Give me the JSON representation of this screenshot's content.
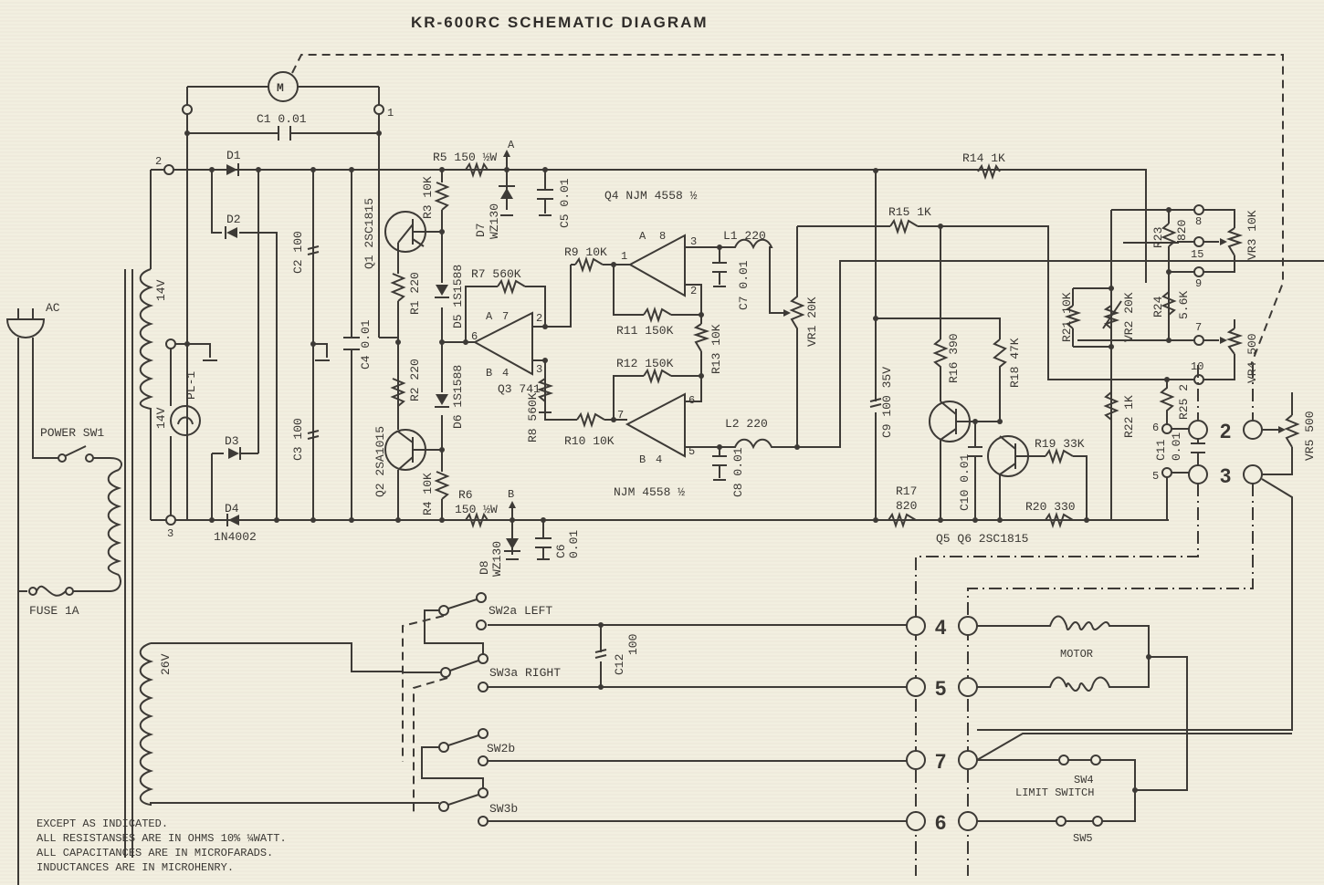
{
  "title": "KR-600RC SCHEMATIC DIAGRAM",
  "colors": {
    "paper": "#f1eedf",
    "ink": "#3d3a36"
  },
  "power": {
    "ac_label": "AC",
    "power_switch": "POWER SW1",
    "fuse": "FUSE 1A",
    "secondary_top": "14V",
    "secondary_bottom": "14V",
    "secondary_26v": "26V",
    "pilot_lamp": "PL-1",
    "terminal_1": "1",
    "terminal_2": "2",
    "terminal_3": "3"
  },
  "components": {
    "motor_symbol": "M",
    "C1": "C1 0.01",
    "D1": "D1",
    "D2": "D2",
    "D3": "D3",
    "D4": "D4",
    "D4_type": "1N4002",
    "C2": "C2 100",
    "C3": "C3 100",
    "C4": "C4 0.01",
    "Q1": "Q1 2SC1815",
    "Q2": "Q2 2SA1015",
    "R1": "R1 220",
    "R2": "R2 220",
    "R3": "R3 10K",
    "R4": "R4 10K",
    "R5": "R5 150 ½W",
    "R6": "R6",
    "R6_val": "150 ½W",
    "D5": "D5 1S1588",
    "D6": "D6 1S1588",
    "D7": "D7",
    "D7_type": "WZ130",
    "D8": "D8",
    "D8_type": "WZ130",
    "C5": "C5 0.01",
    "C6": "C6",
    "C6_val": "0.01",
    "node_A": "A",
    "node_B": "B",
    "Q3": "Q3 741",
    "R7": "R7 560K",
    "R8": "R8 560K",
    "R9": "R9 10K",
    "R10": "R10 10K",
    "R11": "R11 150K",
    "R12": "R12 150K",
    "R13": "R13 10K",
    "Q4_top": "Q4 NJM 4558 ½",
    "Q4_bottom": "NJM 4558 ½",
    "L1": "L1 220",
    "L2": "L2 220",
    "C7": "C7 0.01",
    "C8": "C8 0.01",
    "VR1": "VR1 20K",
    "R14": "R14 1K",
    "R15": "R15 1K",
    "R16": "R16 390",
    "R17": "R17",
    "R17_val": "820",
    "R18": "R18 47K",
    "R19": "R19 33K",
    "R20": "R20 330",
    "R21": "R21 10K",
    "R22": "R22 1K",
    "R23": "R23",
    "R23_val": "820",
    "R24": "R24",
    "R24_val": "5.6K",
    "R25": "R25 2",
    "VR2": "VR2 20K",
    "VR3": "VR3 10K",
    "VR4": "VR4 500",
    "VR5": "VR5 500",
    "C9": "C9 100 35V",
    "C10": "C10 0.01",
    "C11": "C11",
    "C11_val": "0.01",
    "C12": "C12",
    "C12_val": "100",
    "Q5_Q6": "Q5 Q6 2SC1815",
    "pins": {
      "q3_2": "2",
      "q3_3": "3",
      "q3_4": "4",
      "q3_6": "6",
      "q3_7": "7",
      "q4_1": "1",
      "q4_2": "2",
      "q4_3": "3",
      "q4_4": "4",
      "q4_5": "5",
      "q4_6": "6",
      "q4_7": "7",
      "q4_8": "8"
    },
    "terminals_small": [
      "8",
      "15",
      "9",
      "7",
      "10",
      "6",
      "5"
    ]
  },
  "switches": {
    "sw2a": "SW2a LEFT",
    "sw3a": "SW3a RIGHT",
    "sw2b": "SW2b",
    "sw3b": "SW3b",
    "sw4": "SW4",
    "sw5": "SW5",
    "limit": "LIMIT SWITCH",
    "motor": "MOTOR"
  },
  "connector": {
    "pins": [
      "2",
      "3",
      "4",
      "5",
      "7",
      "6"
    ]
  },
  "notes": [
    "EXCEPT AS INDICATED.",
    "ALL RESISTANSES ARE IN OHMS 10% ¼WATT.",
    "ALL CAPACITANCES ARE IN MICROFARADS.",
    "INDUCTANCES ARE IN MICROHENRY."
  ]
}
